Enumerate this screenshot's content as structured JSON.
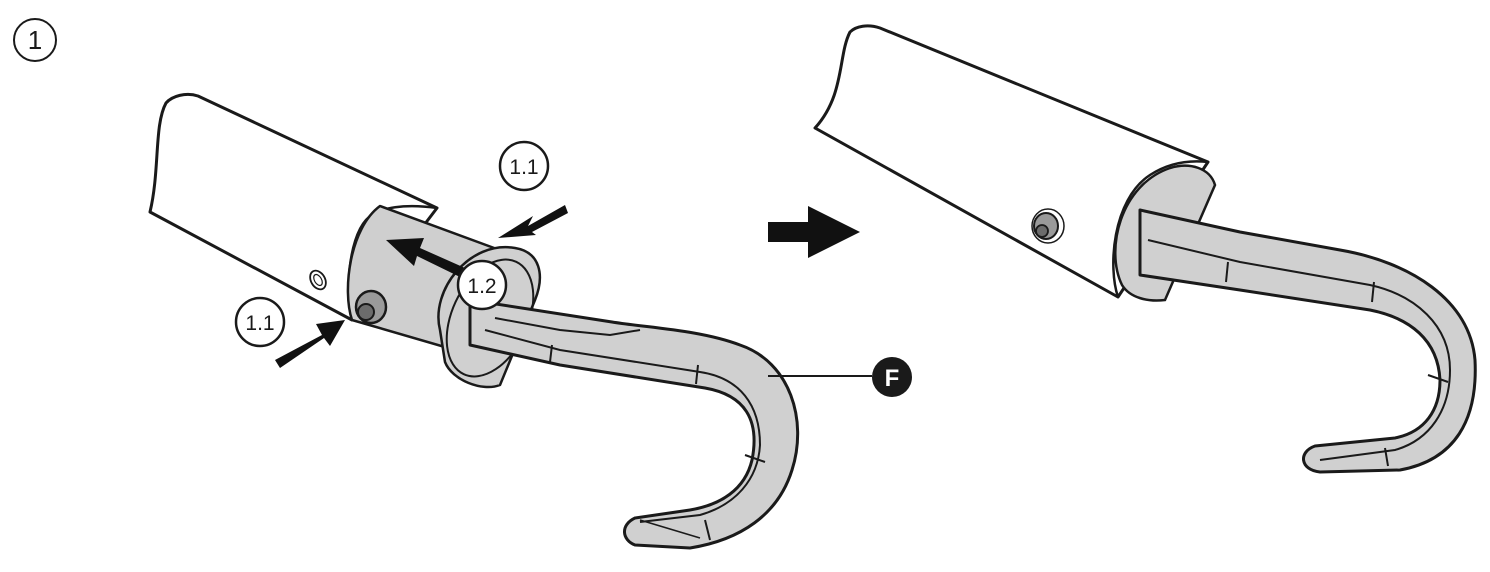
{
  "step": {
    "number": "1"
  },
  "labels": {
    "push_button_upper": "1.1",
    "push_button_lower": "1.1",
    "slide_direction": "1.2",
    "part_letter": "F"
  },
  "icons": {
    "push_arrow": "arrow-icon",
    "transition_arrow": "arrow-right-icon"
  },
  "colors": {
    "line": "#1a1a1a",
    "tube": "#ffffff",
    "part_fill": "#d0d0d0",
    "part_inner": "#bdbdbd"
  }
}
